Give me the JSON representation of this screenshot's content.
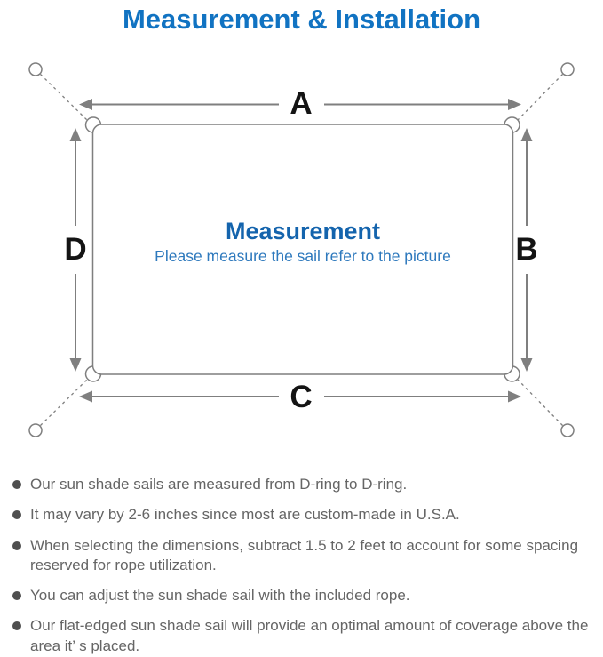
{
  "title": "Measurement & Installation",
  "diagram": {
    "side_labels": {
      "top": "A",
      "right": "B",
      "bottom": "C",
      "left": "D"
    },
    "center_heading": "Measurement",
    "center_caption": "Please measure the sail refer to the picture"
  },
  "notes": [
    "Our sun shade sails are measured from D-ring to D-ring.",
    "It may vary by 2-6 inches since most are custom-made in U.S.A.",
    "When selecting the dimensions, subtract 1.5 to 2 feet to account for some spacing reserved for rope utilization.",
    "You can adjust the sun shade sail with the included rope.",
    "Our flat-edged sun shade sail will provide an optimal amount of coverage above the area it’ s placed."
  ],
  "colors": {
    "title_blue": "#1173c2",
    "heading_blue": "#1464ad",
    "caption_blue": "#2e79bd",
    "line_gray": "#7f7f7f",
    "note_text_gray": "#656565",
    "bullet_dot_gray": "#4f4f4f",
    "label_black": "#141414"
  }
}
